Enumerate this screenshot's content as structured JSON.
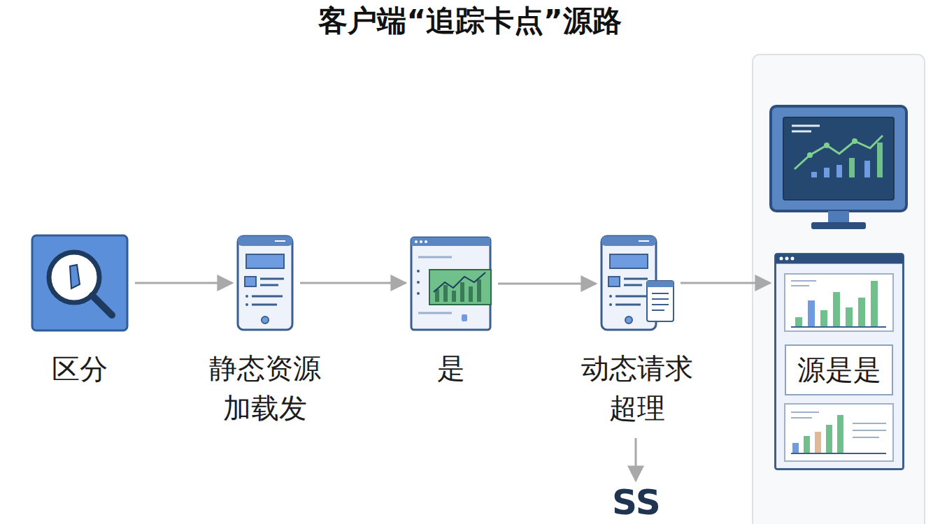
{
  "diagram": {
    "title": "客户端“追踪卡点”源路",
    "nodes": [
      {
        "text": [
          "区分"
        ]
      },
      {
        "text": [
          "静态资源 加载发"
        ]
      },
      {
        "text": [
          "是"
        ]
      },
      {
        "text": [
          "动态请求 超理"
        ]
      },
      {
        "text": [
          "SS"
        ]
      },
      {
        "text": [
          "源是是"
        ]
      }
    ],
    "edges": [
      {
        "from": 0,
        "to": 1,
        "arrow": "to"
      },
      {
        "from": 1,
        "to": 2,
        "arrow": "to"
      },
      {
        "from": 2,
        "to": 3,
        "arrow": "to"
      },
      {
        "from": 3,
        "to": 5,
        "arrow": "to"
      },
      {
        "from": 3,
        "to": 4,
        "arrow": "to"
      }
    ]
  }
}
